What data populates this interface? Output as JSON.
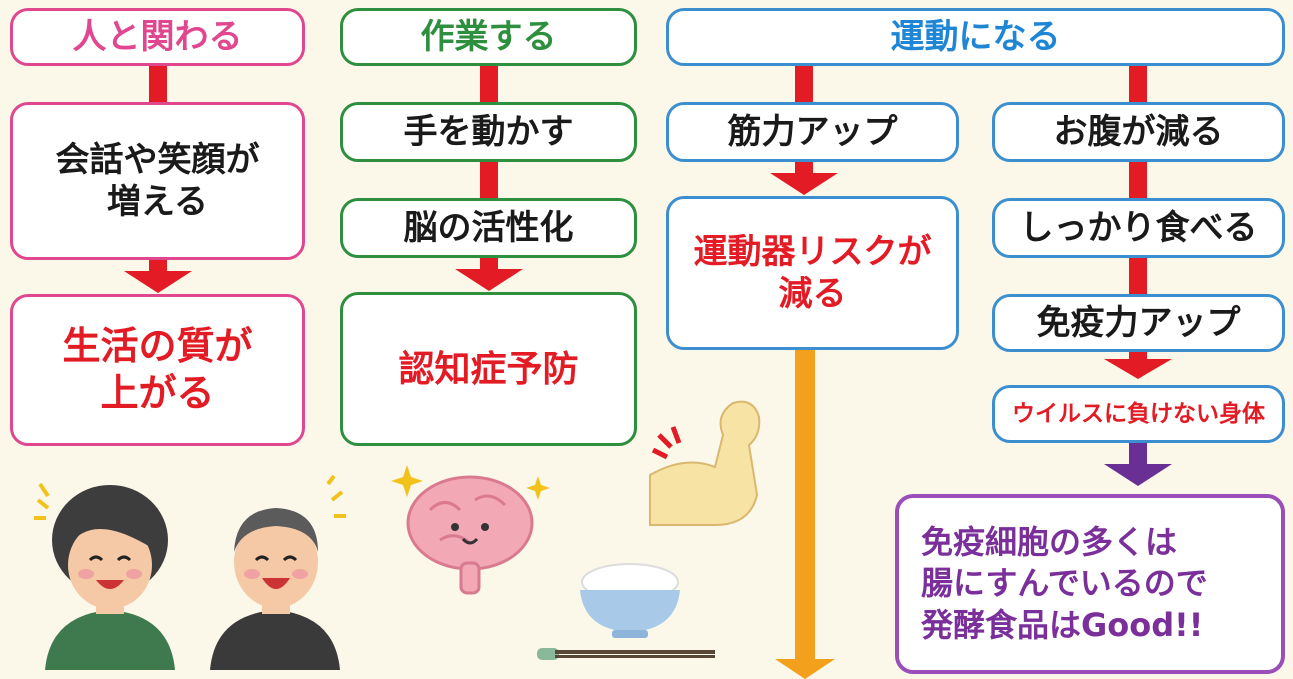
{
  "columns": {
    "social": {
      "header": "人と関わる",
      "step1": "会話や笑顔が\n増える",
      "result": "生活の質が\n上がる"
    },
    "work": {
      "header": "作業する",
      "step1": "手を動かす",
      "step2": "脳の活性化",
      "result": "認知症予防"
    },
    "exercise": {
      "header": "運動になる",
      "left": {
        "step1": "筋力アップ",
        "result": "運動器リスクが\n減る"
      },
      "right": {
        "step1": "お腹が減る",
        "step2": "しっかり食べる",
        "step3": "免疫力アップ",
        "result": "ウイルスに負けない身体",
        "note": "免疫細胞の多くは\n腸にすんでいるので\n発酵食品はGood!!"
      }
    }
  },
  "colors": {
    "pink": "#e0478e",
    "green": "#2e8f3e",
    "blue": "#3b8fd0",
    "purple": "#9a4fb8",
    "red": "#e21b24",
    "orange": "#f3a01d",
    "arrowRed": "#e21b24",
    "arrowPurple": "#6a2f95",
    "noteText": "#7a2f9a",
    "headerBlue": "#1f86d6"
  },
  "icons": [
    "elderly-woman-icon",
    "elderly-man-icon",
    "brain-icon",
    "flexed-arm-icon",
    "rice-bowl-icon",
    "chopsticks-icon"
  ]
}
